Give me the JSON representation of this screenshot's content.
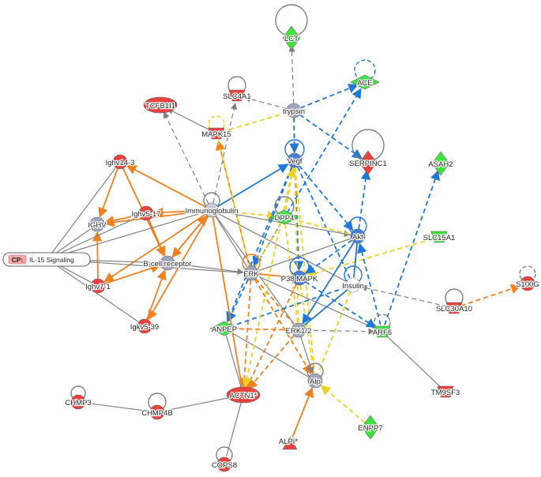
{
  "network": {
    "canonical_pathway": {
      "tag": "CP:",
      "name": "IL-15 Signaling"
    },
    "colors": {
      "upregulated": "#e8413e",
      "downregulated": "#3fe23f",
      "predicted_activation": "#f08020",
      "predicted_inhibition": "#1f78d8",
      "inconsistent": "#f0d020",
      "no_prediction": "#808080",
      "complex": "#a0a6bd"
    },
    "nodes": [
      {
        "id": "LCT",
        "label": "LCT",
        "shape": "diamond",
        "color": "#3fe23f",
        "self_loop": "solid-gray"
      },
      {
        "id": "ACE",
        "label": "ACE",
        "shape": "diamond",
        "color": "#3fe23f",
        "self_loop": "dashed-blue"
      },
      {
        "id": "TCFB1I1",
        "label": "TCFB1I1",
        "shape": "ellipse",
        "color": "#e8413e"
      },
      {
        "id": "SLC4A1",
        "label": "SLC4A1",
        "shape": "trapezoid",
        "color": "#e8413e",
        "self_loop": "solid-gray"
      },
      {
        "id": "trypsin",
        "label": "trypsin",
        "shape": "circle",
        "color": "#a0a6bd"
      },
      {
        "id": "MAPK15",
        "label": "MAPK15",
        "shape": "trapezoid",
        "color": "#e8413e",
        "self_loop": "dashed-yellow"
      },
      {
        "id": "Vegf",
        "label": "Vegf",
        "shape": "circle",
        "color": "#4a7fd8",
        "self_loop": "solid-blue"
      },
      {
        "id": "SERPINC1",
        "label": "SERPINC1",
        "shape": "diamond",
        "color": "#e8413e",
        "self_loop": "solid-gray"
      },
      {
        "id": "ASAH2",
        "label": "ASAH2",
        "shape": "diamond",
        "color": "#3fe23f"
      },
      {
        "id": "Ighv14-3",
        "label": "Ighv14-3",
        "shape": "circle",
        "color": "#e8413e"
      },
      {
        "id": "Ighv5-17",
        "label": "Ighv5-17",
        "shape": "circle",
        "color": "#e8413e"
      },
      {
        "id": "IGHV",
        "label": "IGHV",
        "shape": "circle",
        "color": "#a0a6bd"
      },
      {
        "id": "Immunoglobulin",
        "label": "Immunoglobulin",
        "shape": "circle",
        "color": "#c8c8d8",
        "self_loop": "solid-gray"
      },
      {
        "id": "DPP4",
        "label": "DPP4",
        "shape": "diamond",
        "color": "#3fe23f",
        "self_loop": "solid-gray"
      },
      {
        "id": "Akt",
        "label": "Akt",
        "shape": "circle",
        "color": "#4a7fd8",
        "self_loop": "solid-blue"
      },
      {
        "id": "SLC15A1",
        "label": "SLC15A1",
        "shape": "trapezoid",
        "color": "#3fe23f"
      },
      {
        "id": "B-cell receptor",
        "label": "B-cell receptor",
        "shape": "circle",
        "color": "#a0a6bd"
      },
      {
        "id": "ERK",
        "label": "ERK",
        "shape": "circle",
        "color": "#a0a6bd",
        "self_loop": "solid-orange"
      },
      {
        "id": "P38 MAPK",
        "label": "P38 MAPK",
        "shape": "circle",
        "color": "#4a7fd8",
        "self_loop": "solid-blue"
      },
      {
        "id": "Insulin",
        "label": "Insulin",
        "shape": "circle",
        "color": "#ffffff",
        "self_loop": "solid-blue"
      },
      {
        "id": "Ighv7-1",
        "label": "Ighv7-1",
        "shape": "circle",
        "color": "#e8413e"
      },
      {
        "id": "SLC30A10",
        "label": "SLC30A10",
        "shape": "trapezoid",
        "color": "#e8413e",
        "self_loop": "solid-gray"
      },
      {
        "id": "S100G",
        "label": "S100G",
        "shape": "circle",
        "color": "#e8413e",
        "self_loop": "dashed-gray"
      },
      {
        "id": "Igkv5-39",
        "label": "Igkv5-39",
        "shape": "circle",
        "color": "#e8413e"
      },
      {
        "id": "ANPEP",
        "label": "ANPEP",
        "shape": "diamond",
        "color": "#3fe23f"
      },
      {
        "id": "ERK1/2",
        "label": "ERK1/2",
        "shape": "circle",
        "color": "#a0a6bd"
      },
      {
        "id": "ARF6",
        "label": "ARF6",
        "shape": "trapezoid",
        "color": "#3fe23f",
        "self_loop": "dashed-gray"
      },
      {
        "id": "Alp",
        "label": "Alp",
        "shape": "circle",
        "color": "#a0a6bd",
        "self_loop": "solid-gray"
      },
      {
        "id": "CHMP3",
        "label": "CHMP3",
        "shape": "circle",
        "color": "#e8413e",
        "self_loop": "solid-gray"
      },
      {
        "id": "CHMP4B",
        "label": "CHMP4B",
        "shape": "circle",
        "color": "#e8413e",
        "self_loop": "solid-gray"
      },
      {
        "id": "ACTN1*",
        "label": "ACTN1*",
        "shape": "ellipse",
        "color": "#e8413e"
      },
      {
        "id": "TM9SF3",
        "label": "TM9SF3",
        "shape": "trapezoid",
        "color": "#e8413e"
      },
      {
        "id": "ENPP7",
        "label": "ENPP7",
        "shape": "diamond",
        "color": "#3fe23f"
      },
      {
        "id": "ALPI*",
        "label": "ALPI*",
        "shape": "triangle",
        "color": "#e8413e"
      },
      {
        "id": "COPS8",
        "label": "COPS8",
        "shape": "circle",
        "color": "#e8413e",
        "self_loop": "solid-gray"
      }
    ],
    "edges": [
      {
        "from": "trypsin",
        "to": "LCT",
        "color": "#808080",
        "dashed": true,
        "arrow": true
      },
      {
        "from": "trypsin",
        "to": "SLC4A1",
        "color": "#808080",
        "dashed": true,
        "arrow": true
      },
      {
        "from": "trypsin",
        "to": "ACE",
        "color": "#1f78d8",
        "dashed": true,
        "arrow": true
      },
      {
        "from": "trypsin",
        "to": "Vegf",
        "color": "#1f78d8",
        "dashed": true,
        "arrow": true
      },
      {
        "from": "trypsin",
        "to": "SERPINC1",
        "color": "#1f78d8",
        "dashed": true,
        "arrow": true
      },
      {
        "from": "trypsin",
        "to": "MAPK15",
        "color": "#f0d020",
        "dashed": true,
        "arrow": false
      },
      {
        "from": "ERK",
        "to": "ACE",
        "color": "#1f78d8",
        "dashed": true,
        "arrow": true
      },
      {
        "from": "Akt",
        "to": "SERPINC1",
        "color": "#1f78d8",
        "dashed": true,
        "arrow": true
      },
      {
        "from": "ARF6",
        "to": "ASAH2",
        "color": "#1f78d8",
        "dashed": true,
        "arrow": true
      },
      {
        "from": "MAPK15",
        "to": "TCFB1I1",
        "color": "#808080",
        "dashed": false,
        "arrow": true
      },
      {
        "from": "Immunoglobulin",
        "to": "TCFB1I1",
        "color": "#808080",
        "dashed": true,
        "arrow": true
      },
      {
        "from": "Immunoglobulin",
        "to": "SLC4A1",
        "color": "#808080",
        "dashed": true,
        "arrow": true
      },
      {
        "from": "ERK",
        "to": "MAPK15",
        "color": "#f08020",
        "dashed": false,
        "arrow": true
      },
      {
        "from": "Immunoglobulin",
        "to": "Ighv14-3",
        "color": "#f08020",
        "dashed": false,
        "arrow": true
      },
      {
        "from": "Immunoglobulin",
        "to": "Ighv5-17",
        "color": "#f08020",
        "dashed": false,
        "arrow": true
      },
      {
        "from": "Immunoglobulin",
        "to": "IGHV",
        "color": "#f08020",
        "dashed": false,
        "arrow": true
      },
      {
        "from": "Immunoglobulin",
        "to": "B-cell receptor",
        "color": "#f08020",
        "dashed": false,
        "arrow": true
      },
      {
        "from": "Immunoglobulin",
        "to": "Ighv7-1",
        "color": "#f08020",
        "dashed": false,
        "arrow": true
      },
      {
        "from": "Immunoglobulin",
        "to": "Igkv5-39",
        "color": "#f08020",
        "dashed": false,
        "arrow": true
      },
      {
        "from": "Ighv14-3",
        "to": "IGHV",
        "color": "#f08020",
        "dashed": false,
        "arrow": true
      },
      {
        "from": "Ighv5-17",
        "to": "IGHV",
        "color": "#f08020",
        "dashed": false,
        "arrow": true
      },
      {
        "from": "Ighv7-1",
        "to": "IGHV",
        "color": "#f08020",
        "dashed": false,
        "arrow": true
      },
      {
        "from": "Ighv14-3",
        "to": "B-cell receptor",
        "color": "#f08020",
        "dashed": false,
        "arrow": true
      },
      {
        "from": "Ighv5-17",
        "to": "B-cell receptor",
        "color": "#f08020",
        "dashed": false,
        "arrow": true
      },
      {
        "from": "Ighv7-1",
        "to": "B-cell receptor",
        "color": "#f08020",
        "dashed": false,
        "arrow": true
      },
      {
        "from": "Igkv5-39",
        "to": "B-cell receptor",
        "color": "#f08020",
        "dashed": false,
        "arrow": true
      },
      {
        "from": "B-cell receptor",
        "to": "Immunoglobulin",
        "color": "#f08020",
        "dashed": false,
        "arrow": true
      },
      {
        "from": "B-cell receptor",
        "to": "ERK",
        "color": "#808080",
        "dashed": false,
        "arrow": true
      },
      {
        "from": "Immunoglobulin",
        "to": "DPP4",
        "color": "#f0d020",
        "dashed": true,
        "arrow": true
      },
      {
        "from": "Immunoglobulin",
        "to": "Akt",
        "color": "#808080",
        "dashed": false,
        "arrow": true
      },
      {
        "from": "Immunoglobulin",
        "to": "ERK",
        "color": "#808080",
        "dashed": false,
        "arrow": false
      },
      {
        "from": "Immunoglobulin",
        "to": "Vegf",
        "color": "#1f78d8",
        "dashed": false,
        "arrow": true
      },
      {
        "from": "Immunoglobulin",
        "to": "ERK1/2",
        "color": "#808080",
        "dashed": false,
        "arrow": false
      },
      {
        "from": "Immunoglobulin",
        "to": "Insulin",
        "color": "#808080",
        "dashed": false,
        "arrow": false
      },
      {
        "from": "CP",
        "to": "Ighv14-3",
        "color": "#808080",
        "dashed": false,
        "arrow": false
      },
      {
        "from": "CP",
        "to": "Ighv5-17",
        "color": "#808080",
        "dashed": false,
        "arrow": false
      },
      {
        "from": "CP",
        "to": "IGHV",
        "color": "#808080",
        "dashed": false,
        "arrow": false
      },
      {
        "from": "CP",
        "to": "Immunoglobulin",
        "color": "#808080",
        "dashed": false,
        "arrow": false
      },
      {
        "from": "CP",
        "to": "B-cell receptor",
        "color": "#808080",
        "dashed": false,
        "arrow": false
      },
      {
        "from": "CP",
        "to": "ERK",
        "color": "#808080",
        "dashed": false,
        "arrow": false
      },
      {
        "from": "CP",
        "to": "Ighv7-1",
        "color": "#808080",
        "dashed": false,
        "arrow": false
      },
      {
        "from": "CP",
        "to": "Igkv5-39",
        "color": "#808080",
        "dashed": false,
        "arrow": false
      },
      {
        "from": "Vegf",
        "to": "ANPEP",
        "color": "#1f78d8",
        "dashed": true,
        "arrow": true
      },
      {
        "from": "Vegf",
        "to": "ERK",
        "color": "#1f78d8",
        "dashed": true,
        "arrow": true
      },
      {
        "from": "Vegf",
        "to": "P38 MAPK",
        "color": "#1f78d8",
        "dashed": true,
        "arrow": true
      },
      {
        "from": "Vegf",
        "to": "Akt",
        "color": "#1f78d8",
        "dashed": true,
        "arrow": true
      },
      {
        "from": "Vegf",
        "to": "Alp",
        "color": "#f0d020",
        "dashed": true,
        "arrow": false
      },
      {
        "from": "Vegf",
        "to": "ERK1/2",
        "color": "#f0d020",
        "dashed": true,
        "arrow": false
      },
      {
        "from": "Vegf",
        "to": "Insulin",
        "color": "#1f78d8",
        "dashed": true,
        "arrow": false
      },
      {
        "from": "DPP4",
        "to": "Vegf",
        "color": "#f0d020",
        "dashed": true,
        "arrow": true
      },
      {
        "from": "DPP4",
        "to": "Akt",
        "color": "#f0d020",
        "dashed": true,
        "arrow": false
      },
      {
        "from": "DPP4",
        "to": "ERK1/2",
        "color": "#f0d020",
        "dashed": true,
        "arrow": false
      },
      {
        "from": "DPP4",
        "to": "ERK",
        "color": "#f0d020",
        "dashed": true,
        "arrow": false
      },
      {
        "from": "SLC15A1",
        "to": "P38 MAPK",
        "color": "#f0d020",
        "dashed": true,
        "arrow": true
      },
      {
        "from": "MAPK15",
        "to": "ERK",
        "color": "#f0d020",
        "dashed": true,
        "arrow": false
      },
      {
        "from": "ERK",
        "to": "Akt",
        "color": "#808080",
        "dashed": false,
        "arrow": false
      },
      {
        "from": "ERK",
        "to": "P38 MAPK",
        "color": "#f08020",
        "dashed": false,
        "arrow": false
      },
      {
        "from": "ERK",
        "to": "ANPEP",
        "color": "#1f78d8",
        "dashed": true,
        "arrow": true
      },
      {
        "from": "ERK",
        "to": "ACTN1*",
        "color": "#f08020",
        "dashed": true,
        "arrow": true
      },
      {
        "from": "ERK",
        "to": "Alp",
        "color": "#f08020",
        "dashed": true,
        "arrow": true
      },
      {
        "from": "ERK",
        "to": "ERK1/2",
        "color": "#f08020",
        "dashed": true,
        "arrow": false
      },
      {
        "from": "ERK",
        "to": "ARF6",
        "color": "#808080",
        "dashed": false,
        "arrow": false
      },
      {
        "from": "P38 MAPK",
        "to": "ACTN1*",
        "color": "#f08020",
        "dashed": true,
        "arrow": true
      },
      {
        "from": "P38 MAPK",
        "to": "Alp",
        "color": "#f0d020",
        "dashed": true,
        "arrow": false
      },
      {
        "from": "P38 MAPK",
        "to": "ARF6",
        "color": "#1f78d8",
        "dashed": true,
        "arrow": true
      },
      {
        "from": "Akt",
        "to": "ERK1/2",
        "color": "#1f78d8",
        "dashed": false,
        "arrow": true
      },
      {
        "from": "Akt",
        "to": "P38 MAPK",
        "color": "#1f78d8",
        "dashed": true,
        "arrow": true
      },
      {
        "from": "Akt",
        "to": "Insulin",
        "color": "#1f78d8",
        "dashed": false,
        "arrow": false
      },
      {
        "from": "ARF6",
        "to": "Akt",
        "color": "#1f78d8",
        "dashed": true,
        "arrow": true
      },
      {
        "from": "SLC30A10",
        "to": "Insulin",
        "color": "#808080",
        "dashed": true,
        "arrow": true
      },
      {
        "from": "SLC30A10",
        "to": "S100G",
        "color": "#f08020",
        "dashed": true,
        "arrow": true
      },
      {
        "from": "Insulin",
        "to": "ERK1/2",
        "color": "#1f78d8",
        "dashed": false,
        "arrow": false
      },
      {
        "from": "Insulin",
        "to": "Alp",
        "color": "#f0d020",
        "dashed": true,
        "arrow": false
      },
      {
        "from": "Insulin",
        "to": "ANPEP",
        "color": "#1f78d8",
        "dashed": true,
        "arrow": false
      },
      {
        "from": "ERK1/2",
        "to": "ARF6",
        "color": "#808080",
        "dashed": true,
        "arrow": true
      },
      {
        "from": "ERK1/2",
        "to": "Alp",
        "color": "#808080",
        "dashed": false,
        "arrow": true
      },
      {
        "from": "ERK1/2",
        "to": "ANPEP",
        "color": "#f08020",
        "dashed": true,
        "arrow": false
      },
      {
        "from": "ERK1/2",
        "to": "ACTN1*",
        "color": "#f08020",
        "dashed": true,
        "arrow": true
      },
      {
        "from": "ANPEP",
        "to": "ACTN1*",
        "color": "#808080",
        "dashed": false,
        "arrow": false
      },
      {
        "from": "ANPEP",
        "to": "Alp",
        "color": "#808080",
        "dashed": false,
        "arrow": false
      },
      {
        "from": "ARF6",
        "to": "TM9SF3",
        "color": "#808080",
        "dashed": false,
        "arrow": false
      },
      {
        "from": "ENPP7",
        "to": "Alp",
        "color": "#f0d020",
        "dashed": true,
        "arrow": true
      },
      {
        "from": "ALPI*",
        "to": "Alp",
        "color": "#f08020",
        "dashed": false,
        "arrow": true
      },
      {
        "from": "CHMP3",
        "to": "CHMP4B",
        "color": "#808080",
        "dashed": false,
        "arrow": false
      },
      {
        "from": "CHMP4B",
        "to": "ACTN1*",
        "color": "#808080",
        "dashed": false,
        "arrow": false
      },
      {
        "from": "ACTN1*",
        "to": "COPS8",
        "color": "#808080",
        "dashed": false,
        "arrow": false
      },
      {
        "from": "Immunoglobulin",
        "to": "ACTN1*",
        "color": "#f08020",
        "dashed": false,
        "arrow": false
      },
      {
        "from": "Vegf",
        "to": "ACTN1*",
        "color": "#f0d020",
        "dashed": true,
        "arrow": true
      }
    ]
  }
}
